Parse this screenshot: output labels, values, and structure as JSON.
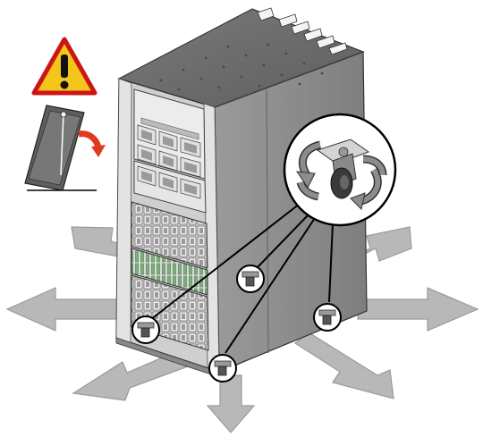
{
  "illustration": {
    "warning_icon": "warning-triangle-icon",
    "door_icon": "door-swing-icon",
    "caster_icon": "caster-rotate-icon",
    "arrow_icon": "direction-arrow-icon"
  },
  "directions": [
    "up-left",
    "up-right",
    "left",
    "right",
    "down-left",
    "down",
    "down-right"
  ],
  "colors": {
    "warning_fill": "#f4c51a",
    "warning_stroke": "#cc1515",
    "door_arrow": "#e03a1e",
    "arrow_fill": "#b8b8b8",
    "arrow_stroke": "#9a9a9a",
    "rack_side": "#8d8d8d",
    "rack_top": "#6d6d6d",
    "rack_front": "#d6d6d6"
  }
}
